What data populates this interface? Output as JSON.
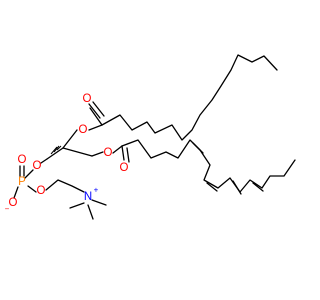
{
  "colors": {
    "bond": "#000000",
    "oxygen": "#ff0000",
    "phosphorus": "#ff8000",
    "nitrogen": "#0000ff",
    "background": "#ffffff"
  },
  "atoms": {
    "ester1_carbonyl_o": "O",
    "ester1_link_o": "O",
    "ester2_link_o": "O",
    "ester2_carbonyl_o": "O",
    "glycerol_o": "O",
    "phosphorus": "P",
    "phosphate_double_o": "O",
    "phosphate_minus_o": "O",
    "phosphate_minus_charge": "−",
    "phosphate_ester_o": "O",
    "nitrogen": "N",
    "nitrogen_charge": "+"
  }
}
